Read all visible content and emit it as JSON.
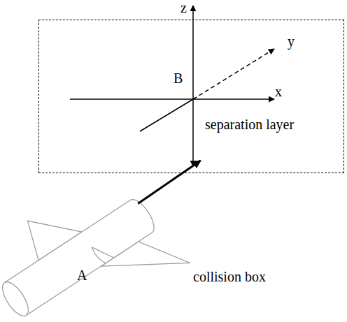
{
  "diagram": {
    "nodes": [
      {
        "text": [
          "separation layer"
        ]
      },
      {
        "text": [
          "A"
        ]
      }
    ],
    "edges": [
      {
        "from": 1,
        "to": 0,
        "arrow": "to"
      }
    ],
    "labels": [
      "z",
      "y",
      "B",
      "x",
      "collision box"
    ]
  }
}
